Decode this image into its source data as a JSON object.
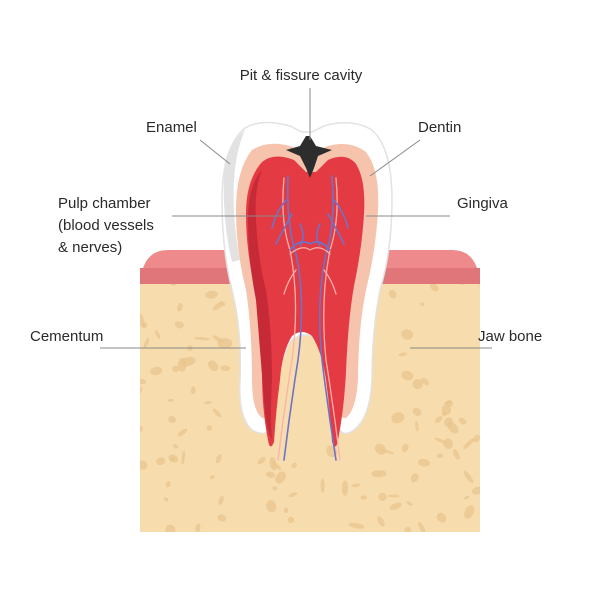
{
  "labels": {
    "pit_fissure": "Pit & fissure cavity",
    "enamel": "Enamel",
    "dentin": "Dentin",
    "pulp_line1": "Pulp chamber",
    "pulp_line2": "(blood vessels",
    "pulp_line3": "& nerves)",
    "gingiva": "Gingiva",
    "cementum": "Cementum",
    "jaw_bone": "Jaw bone"
  },
  "colors": {
    "bone": "#f7dcae",
    "bone_spots": "#e9c68e",
    "gingiva": "#ef8a8c",
    "gingiva_dark": "#e07679",
    "enamel": "#ffffff",
    "enamel_shadow": "#e2e2e2",
    "dentin": "#f6c3ad",
    "pulp": "#e33a44",
    "pulp_dark": "#c62a36",
    "cavity": "#2d2d2d",
    "leader_lines": "#8a8a8a",
    "vessel_blue": "#6f73c8",
    "vessel_red": "#ffb1a8"
  }
}
